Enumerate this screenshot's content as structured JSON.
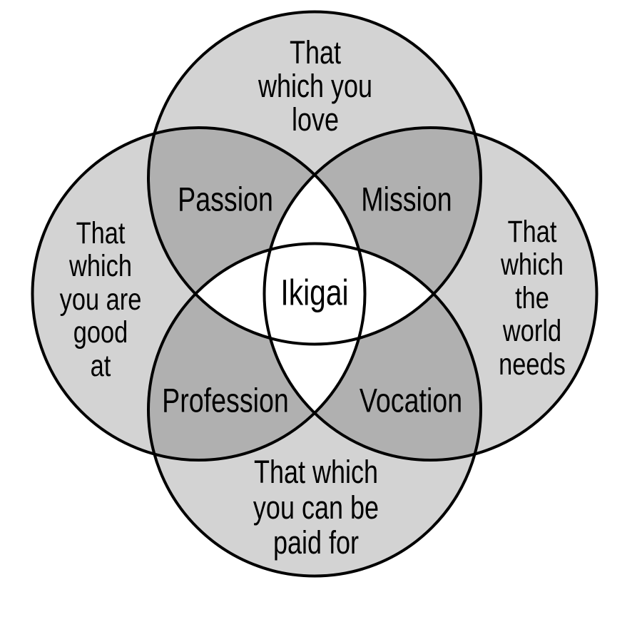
{
  "diagram": {
    "name": "Ikigai Venn diagram",
    "colors": {
      "background": "#ffffff",
      "circle_fill": "#d3d3d3",
      "overlap_fill": "#b0b0b0",
      "center_fill": "#ffffff",
      "outline": "#000000",
      "text": "#000000"
    },
    "circles": {
      "top": {
        "name": "love",
        "lines": [
          "That",
          "which you",
          "love"
        ]
      },
      "left": {
        "name": "good-at",
        "lines": [
          "That",
          "which",
          "you are",
          "good",
          "at"
        ]
      },
      "right": {
        "name": "world-needs",
        "lines": [
          "That",
          "which",
          "the",
          "world",
          "needs"
        ]
      },
      "bottom": {
        "name": "paid-for",
        "lines": [
          "That which",
          "you can be",
          "paid for"
        ]
      }
    },
    "overlaps": {
      "passion": {
        "label": "Passion"
      },
      "mission": {
        "label": "Mission"
      },
      "profession": {
        "label": "Profession"
      },
      "vocation": {
        "label": "Vocation"
      },
      "ikigai": {
        "label": "Ikigai"
      }
    }
  }
}
